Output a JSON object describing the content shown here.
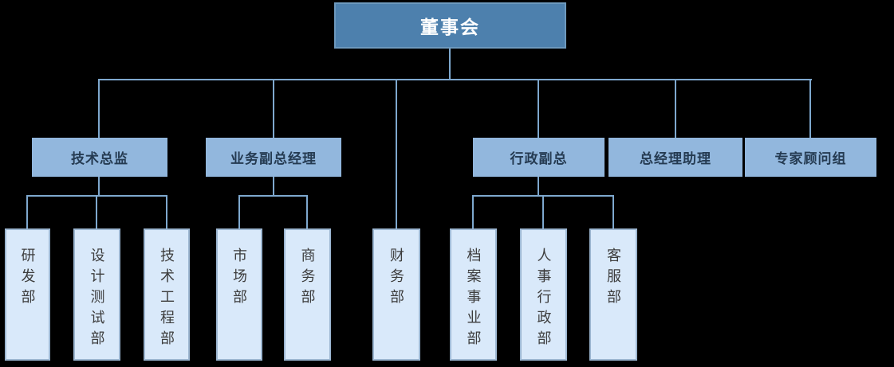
{
  "org_chart": {
    "type": "org-tree",
    "root": {
      "label": "董事会",
      "children": [
        {
          "label": "技术总监",
          "children": [
            {
              "label": "研发部"
            },
            {
              "label": "设计测试部"
            },
            {
              "label": "技术工程部"
            }
          ]
        },
        {
          "label": "业务副总经理",
          "children": [
            {
              "label": "市场部"
            },
            {
              "label": "商务部"
            }
          ]
        },
        {
          "label": "财务部",
          "children": []
        },
        {
          "label": "行政副总",
          "children": [
            {
              "label": "档案事业部"
            },
            {
              "label": "人事行政部"
            },
            {
              "label": "客服部"
            }
          ]
        },
        {
          "label": "总经理助理",
          "children": []
        },
        {
          "label": "专家顾问组",
          "children": []
        }
      ]
    }
  },
  "colors": {
    "background": "#000000",
    "root-fill": "#4d80ad",
    "root-border": "#6d99bd",
    "root-text": "#ffffff",
    "l2-fill": "#92b7dd",
    "l2-text": "#253b52",
    "l3-fill": "#d9e9fa",
    "l3-border": "#9cb6d1",
    "l3-text": "#3d3d3d",
    "connector": "#7ea8ce"
  }
}
